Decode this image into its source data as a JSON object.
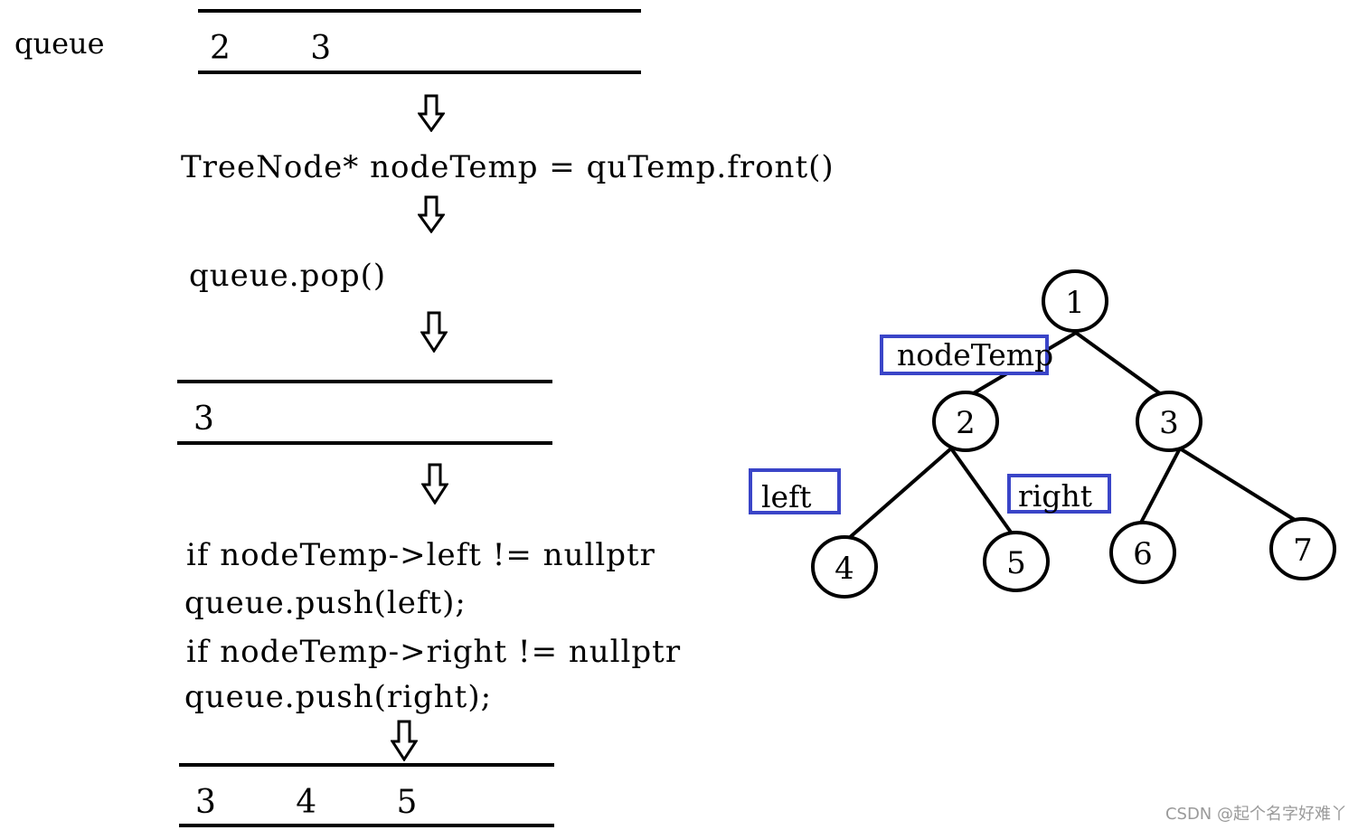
{
  "queue_label": "queue",
  "queue_states": [
    {
      "values": "2   3"
    },
    {
      "values": "3"
    },
    {
      "values": "3   4   5"
    }
  ],
  "steps": {
    "front": "TreeNode* nodeTemp = quTemp.front()",
    "pop": "queue.pop()",
    "if_left": "if nodeTemp->left != nullptr",
    "push_left": "queue.push(left);",
    "if_right": "if nodeTemp->right != nullptr",
    "push_right": "queue.push(right);"
  },
  "tree": {
    "nodes": [
      "1",
      "2",
      "3",
      "4",
      "5",
      "6",
      "7"
    ],
    "tags": {
      "node_temp": "nodeTemp",
      "left": "left",
      "right": "right"
    },
    "tag_color": "#3a45c8"
  },
  "arrow_glyph": "⇩",
  "watermark": "CSDN @起个名字好难丫"
}
